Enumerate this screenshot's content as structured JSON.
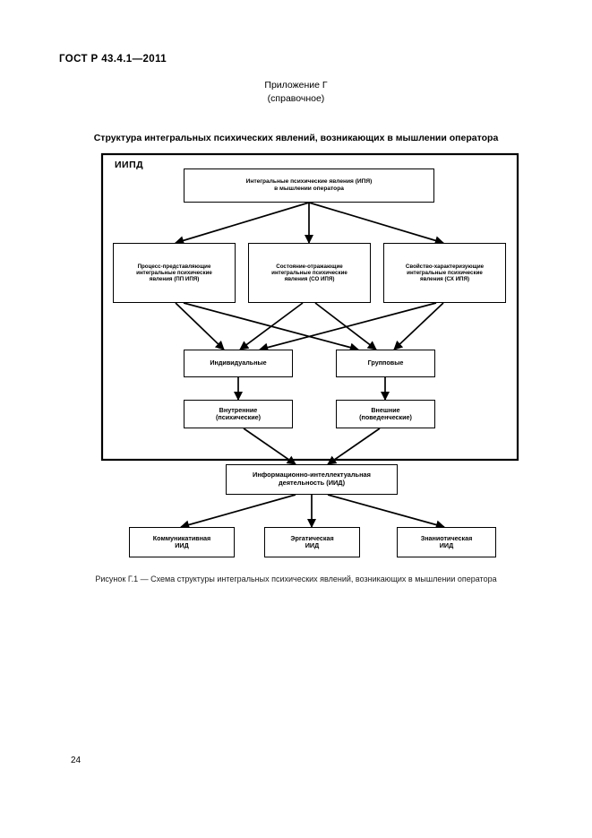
{
  "page": {
    "standard_header": "ГОСТ Р 43.4.1—2011",
    "page_number": "24"
  },
  "annex": {
    "title": "Приложение Г",
    "subtitle": "(справочное)"
  },
  "section_title": "Структура интегральных психических явлений, возникающих в мышлении оператора",
  "figure": {
    "caption": "Рисунок Г.1 — Схема структуры интегральных психических явлений, возникающих в мышлении оператора",
    "container_label": "ИИПД"
  },
  "chart_data": {
    "type": "diagram",
    "title": "Структура интегральных психических явлений, возникающих в мышлении оператора",
    "nodes": [
      {
        "id": "ipya",
        "lines": [
          "Интегральные психические явления (ИПЯ)",
          "в мышлении оператора"
        ]
      },
      {
        "id": "pp",
        "lines": [
          "Процесс-представляющие",
          "интегральные психические",
          "явления (ПП ИПЯ)"
        ]
      },
      {
        "id": "so",
        "lines": [
          "Состояние-отражающие",
          "интегральные психические",
          "явления (СО ИПЯ)"
        ]
      },
      {
        "id": "sx",
        "lines": [
          "Свойство-характеризующие",
          "интегральные психические",
          "явления (СХ ИПЯ)"
        ]
      },
      {
        "id": "indiv",
        "lines": [
          "Индивидуальные"
        ]
      },
      {
        "id": "group",
        "lines": [
          "Групповые"
        ]
      },
      {
        "id": "inner",
        "lines": [
          "Внутренние",
          "(психические)"
        ]
      },
      {
        "id": "outer",
        "lines": [
          "Внешние",
          "(поведенческие)"
        ]
      },
      {
        "id": "iid",
        "lines": [
          "Информационно-интеллектуальная",
          "деятельность (ИИД)"
        ]
      },
      {
        "id": "comm",
        "lines": [
          "Коммуникативная",
          "ИИД"
        ]
      },
      {
        "id": "ergo",
        "lines": [
          "Эргатическая",
          "ИИД"
        ]
      },
      {
        "id": "znak",
        "lines": [
          "Знаниотическая",
          "ИИД"
        ]
      }
    ],
    "edges": [
      {
        "from": "ipya",
        "to": "pp"
      },
      {
        "from": "ipya",
        "to": "so"
      },
      {
        "from": "ipya",
        "to": "sx"
      },
      {
        "from": "pp",
        "to": "indiv"
      },
      {
        "from": "pp",
        "to": "group"
      },
      {
        "from": "so",
        "to": "indiv"
      },
      {
        "from": "so",
        "to": "group"
      },
      {
        "from": "sx",
        "to": "indiv"
      },
      {
        "from": "sx",
        "to": "group"
      },
      {
        "from": "indiv",
        "to": "inner"
      },
      {
        "from": "group",
        "to": "outer"
      },
      {
        "from": "inner",
        "to": "iid"
      },
      {
        "from": "outer",
        "to": "iid"
      },
      {
        "from": "iid",
        "to": "comm"
      },
      {
        "from": "iid",
        "to": "ergo"
      },
      {
        "from": "iid",
        "to": "znak"
      }
    ],
    "grouping_box": {
      "label": "ИИПД"
    }
  }
}
